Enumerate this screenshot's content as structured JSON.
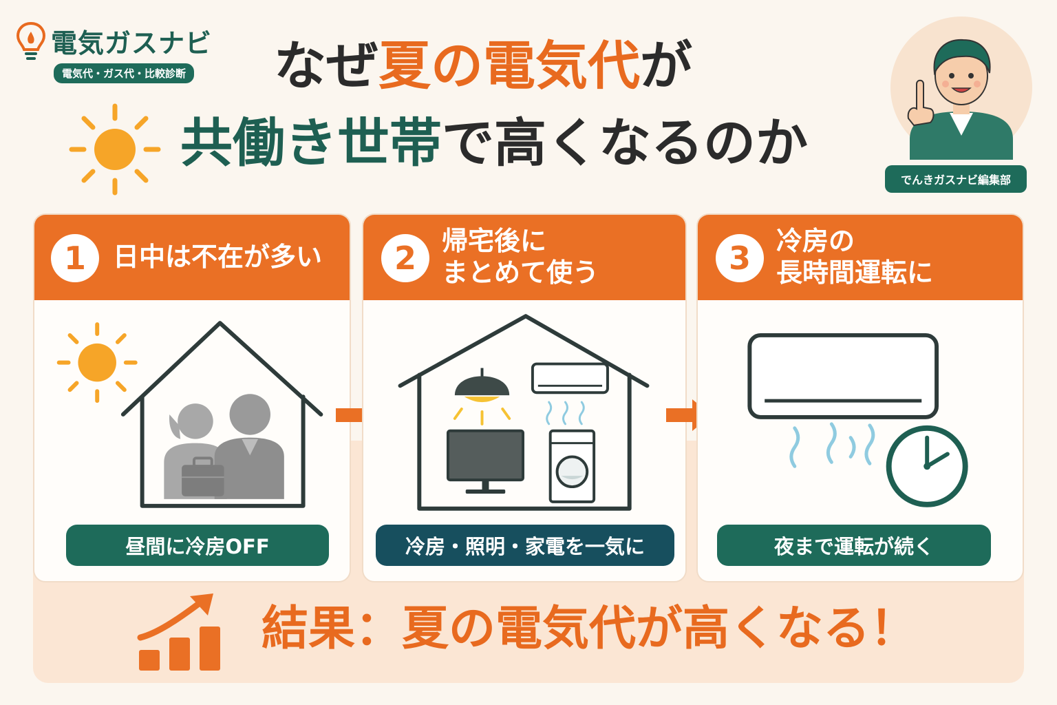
{
  "logo": {
    "name": "電気ガスナビ",
    "tagline": "電気代・ガス代・比較診断"
  },
  "title": {
    "line1_prefix": "なぜ",
    "line1_accent": "夏の電気代",
    "line1_suffix": "が",
    "line2_green": "共働き世帯",
    "line2_suffix": "で高くなるのか"
  },
  "editor": {
    "label": "でんきガスナビ編集部"
  },
  "steps": [
    {
      "number": "1",
      "heading_lines": [
        "日中は不在が多い"
      ],
      "pill": "昼間に冷房OFF"
    },
    {
      "number": "2",
      "heading_lines": [
        "帰宅後に",
        "まとめて使う"
      ],
      "pill": "冷房・照明・家電を一気に"
    },
    {
      "number": "3",
      "heading_lines": [
        "冷房の",
        "長時間運転に"
      ],
      "pill": "夜まで運転が続く"
    }
  ],
  "result": {
    "text": "結果：夏の電気代が高くなる！"
  },
  "colors": {
    "orange": "#ea7025",
    "green": "#1e6b5a",
    "navy": "#174f5e",
    "background": "#fbf6ef",
    "result_bg": "#fbe6d4"
  },
  "icons": [
    "lightbulb-flame-icon",
    "sun-icon",
    "person-pointing-icon",
    "house-icon",
    "family-icon",
    "briefcase-icon",
    "ceiling-lamp-icon",
    "air-conditioner-icon",
    "tv-icon",
    "washing-machine-icon",
    "clock-icon",
    "rising-bar-chart-icon",
    "arrow-right-icon"
  ]
}
